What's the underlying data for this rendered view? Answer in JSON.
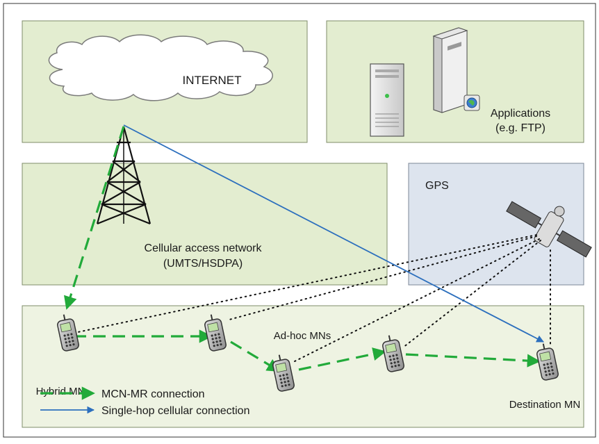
{
  "diagram": {
    "colors": {
      "green_panel": "#e3edd0",
      "green_panel_border": "#7f8c6a",
      "blue_panel": "#dde4ee",
      "blue_panel_border": "#7c8797",
      "mcn_mr_line": "#22aa3a",
      "cellular_line": "#2c6fbd",
      "gps_dots": "#111111"
    },
    "panels": {
      "internet": {
        "label": "INTERNET"
      },
      "applications": {
        "label_line1": "Applications",
        "label_line2": "(e.g. FTP)"
      },
      "cellular": {
        "label_line1": "Cellular access network",
        "label_line2": "(UMTS/HSDPA)"
      },
      "gps": {
        "label": "GPS"
      },
      "adhoc": {
        "label": "Ad-hoc MNs"
      }
    },
    "nodes": {
      "hybrid_mn": "Hybrid MN",
      "destination_mn": "Destination MN"
    },
    "legend": [
      {
        "label": "MCN-MR connection",
        "style": "dashed-green-arrow"
      },
      {
        "label": "Single-hop cellular connection",
        "style": "solid-blue-arrow"
      }
    ]
  }
}
